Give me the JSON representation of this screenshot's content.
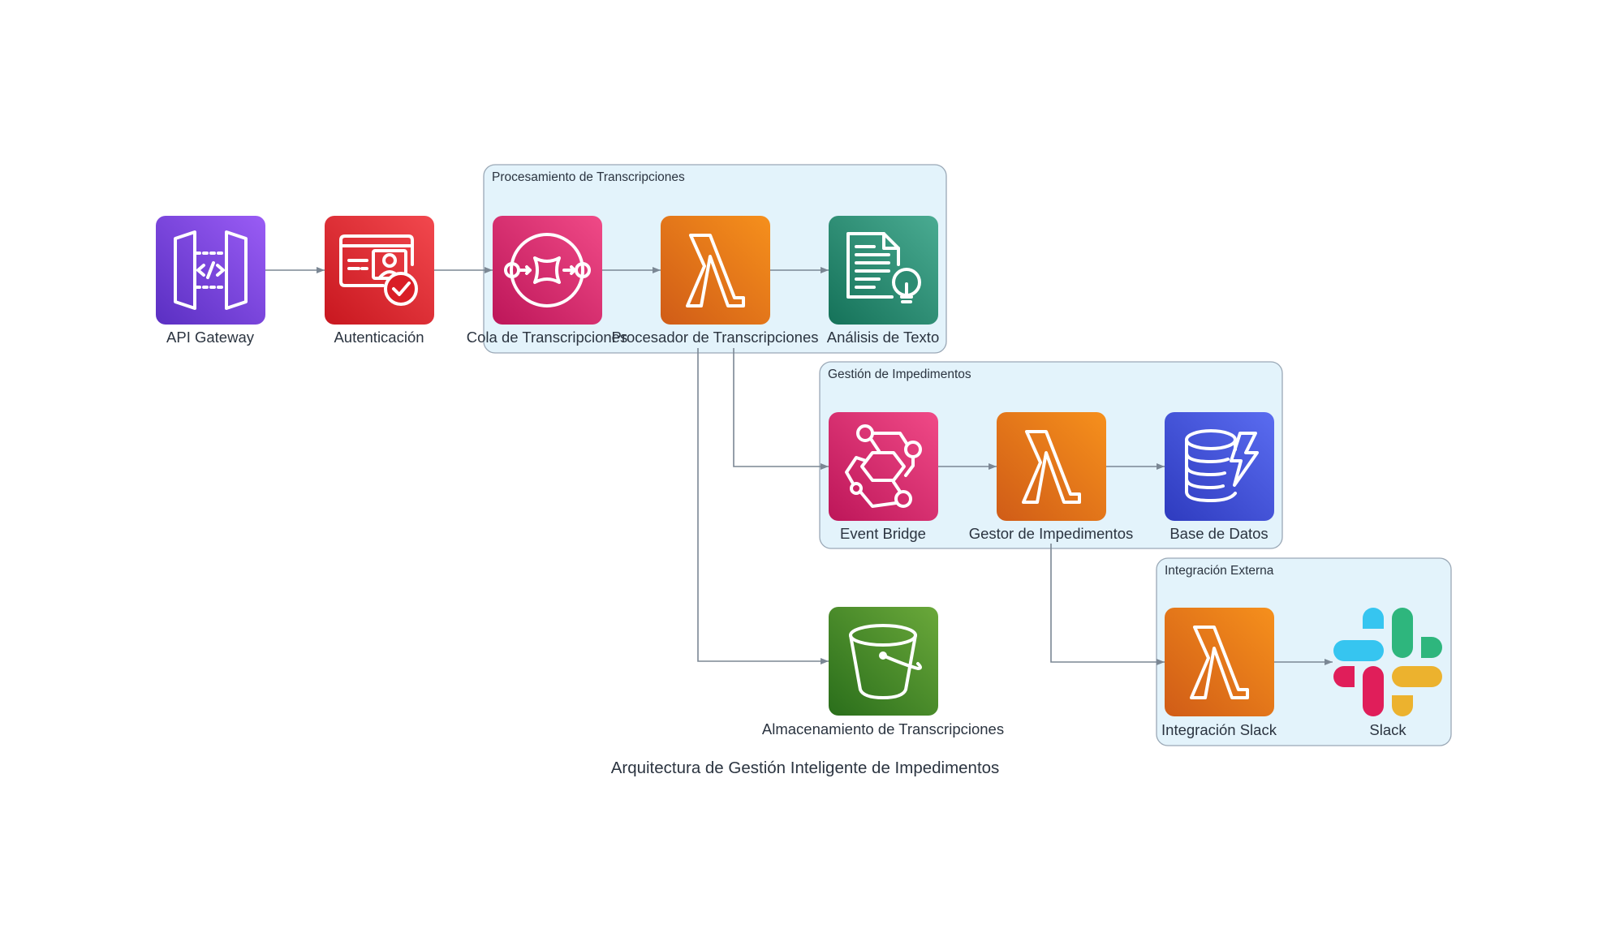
{
  "title": "Arquitectura de Gestión Inteligente de Impedimentos",
  "clusters": {
    "procesamiento": "Procesamiento de Transcripciones",
    "gestion": "Gestión de Impedimentos",
    "integracion": "Integración Externa"
  },
  "nodes": {
    "api_gateway": {
      "label": "API Gateway",
      "icon": "api-gateway-icon"
    },
    "autenticacion": {
      "label": "Autenticación",
      "icon": "cognito-auth-icon"
    },
    "cola": {
      "label": "Cola de Transcripciones",
      "icon": "sqs-queue-icon"
    },
    "procesador": {
      "label": "Procesador de Transcripciones",
      "icon": "lambda-icon"
    },
    "analisis": {
      "label": "Análisis de Texto",
      "icon": "comprehend-icon"
    },
    "event_bridge": {
      "label": "Event Bridge",
      "icon": "eventbridge-icon"
    },
    "gestor": {
      "label": "Gestor de Impedimentos",
      "icon": "lambda-icon"
    },
    "base_datos": {
      "label": "Base de Datos",
      "icon": "dynamodb-icon"
    },
    "almacenamiento": {
      "label": "Almacenamiento de Transcripciones",
      "icon": "s3-bucket-icon"
    },
    "integracion_slack": {
      "label": "Integración Slack",
      "icon": "lambda-icon"
    },
    "slack": {
      "label": "Slack",
      "icon": "slack-logo-icon"
    }
  },
  "edges": [
    [
      "API Gateway",
      "Autenticación"
    ],
    [
      "Autenticación",
      "Cola de Transcripciones"
    ],
    [
      "Cola de Transcripciones",
      "Procesador de Transcripciones"
    ],
    [
      "Procesador de Transcripciones",
      "Análisis de Texto"
    ],
    [
      "Procesador de Transcripciones",
      "Event Bridge"
    ],
    [
      "Procesador de Transcripciones",
      "Almacenamiento de Transcripciones"
    ],
    [
      "Event Bridge",
      "Gestor de Impedimentos"
    ],
    [
      "Gestor de Impedimentos",
      "Base de Datos"
    ],
    [
      "Gestor de Impedimentos",
      "Integración Slack"
    ],
    [
      "Integración Slack",
      "Slack"
    ]
  ],
  "colors": {
    "cluster_fill": "#e3f3fb",
    "cluster_stroke": "#9aa8b6",
    "edge": "#7b8794",
    "api_gateway": [
      "#5a2fc2",
      "#9a5cf5"
    ],
    "security": [
      "#c8171f",
      "#f2484e"
    ],
    "app_integration": [
      "#bd1659",
      "#f04a87"
    ],
    "compute": [
      "#d05c17",
      "#f6901c"
    ],
    "ml": [
      "#157259",
      "#4aab92"
    ],
    "database": [
      "#2e3bbf",
      "#5a6cf0"
    ],
    "storage": [
      "#2a6e1b",
      "#6aa83a"
    ]
  }
}
